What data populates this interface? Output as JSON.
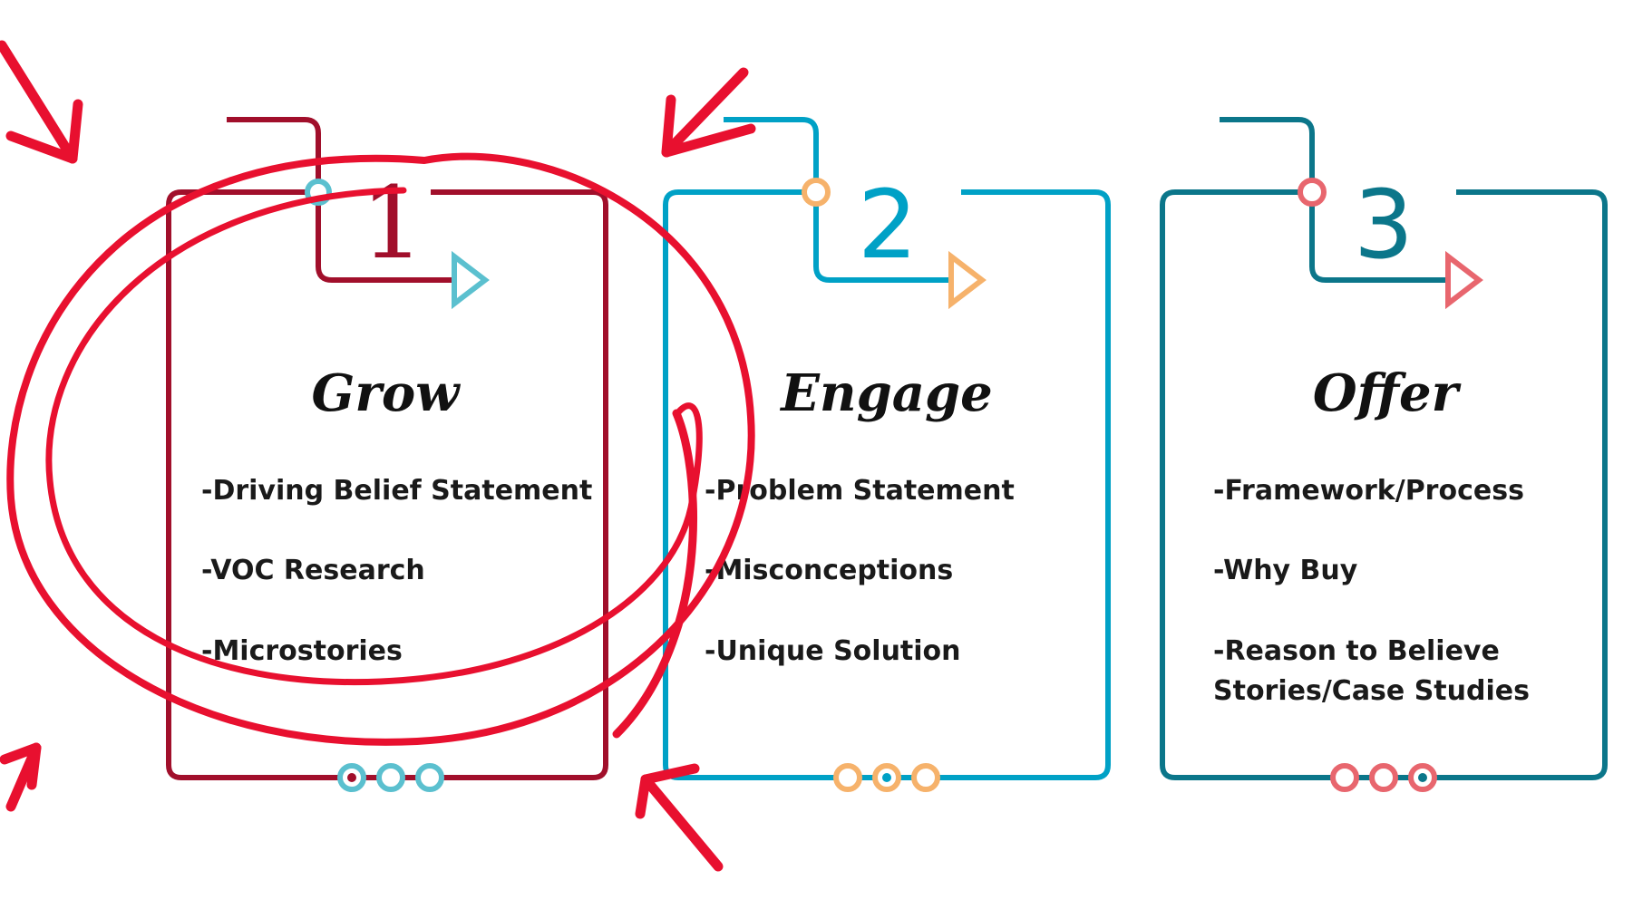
{
  "colors": {
    "grow": "#a10f2b",
    "engage": "#00a1c6",
    "offer": "#0b768a",
    "teal_light": "#5bc0cf",
    "peach": "#f6b26b",
    "coral": "#e8666e",
    "annotation": "#e8102f"
  },
  "cards": [
    {
      "number": "1",
      "title": "Grow",
      "items": [
        "-Driving Belief Statement",
        "-VOC Research",
        "-Microstories"
      ]
    },
    {
      "number": "2",
      "title": "Engage",
      "items": [
        "-Problem Statement",
        "-Misconceptions",
        "-Unique Solution"
      ]
    },
    {
      "number": "3",
      "title": "Offer",
      "items": [
        "-Framework/Process",
        "-Why Buy",
        "-Reason to Believe",
        "Stories/Case Studies"
      ]
    }
  ]
}
